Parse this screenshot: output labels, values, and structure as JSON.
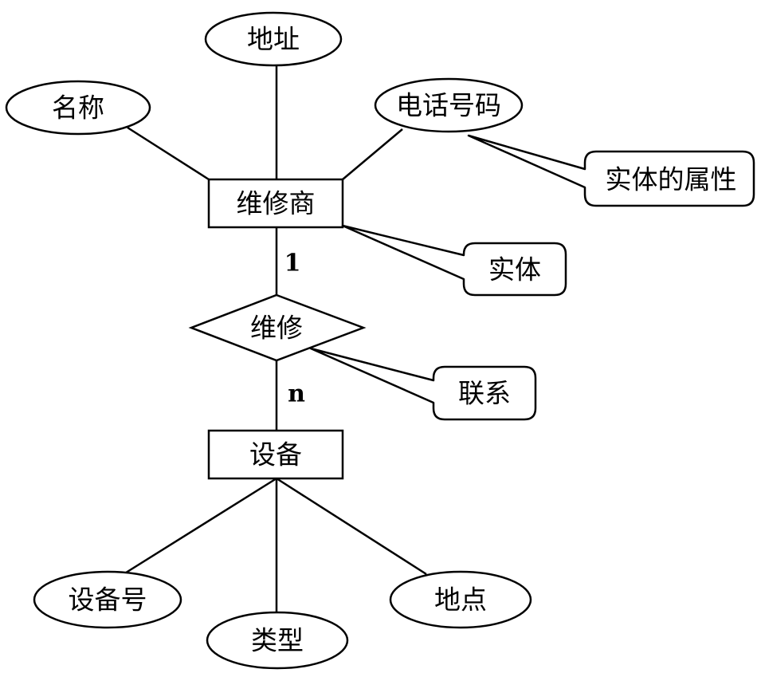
{
  "entities": {
    "supplier": "维修商",
    "device": "设备"
  },
  "relationship": "维修",
  "attributes": {
    "name": "名称",
    "address": "地址",
    "phone": "电话号码",
    "device_no": "设备号",
    "type": "类型",
    "location": "地点"
  },
  "cardinality": {
    "supplier_side": "1",
    "device_side": "n"
  },
  "callouts": {
    "attribute": "实体的属性",
    "entity": "实体",
    "relationship": "联系"
  }
}
